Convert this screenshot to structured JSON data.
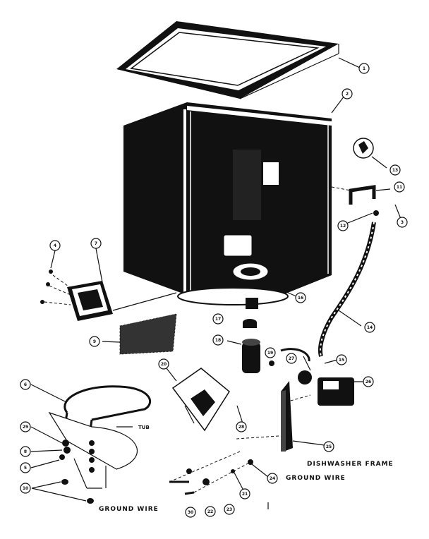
{
  "labels": {
    "dishwasher_frame": "DISHWASHER FRAME",
    "ground_wire_right": "GROUND WIRE",
    "ground_wire_bottom": "GROUND WIRE",
    "tub": "TUB"
  },
  "callouts": [
    "1",
    "2",
    "3",
    "4",
    "5",
    "6",
    "7",
    "8",
    "9",
    "10",
    "11",
    "12",
    "13",
    "14",
    "15",
    "16",
    "17",
    "18",
    "19",
    "20",
    "21",
    "22",
    "23",
    "24",
    "25",
    "26",
    "27",
    "28",
    "29",
    "30"
  ]
}
